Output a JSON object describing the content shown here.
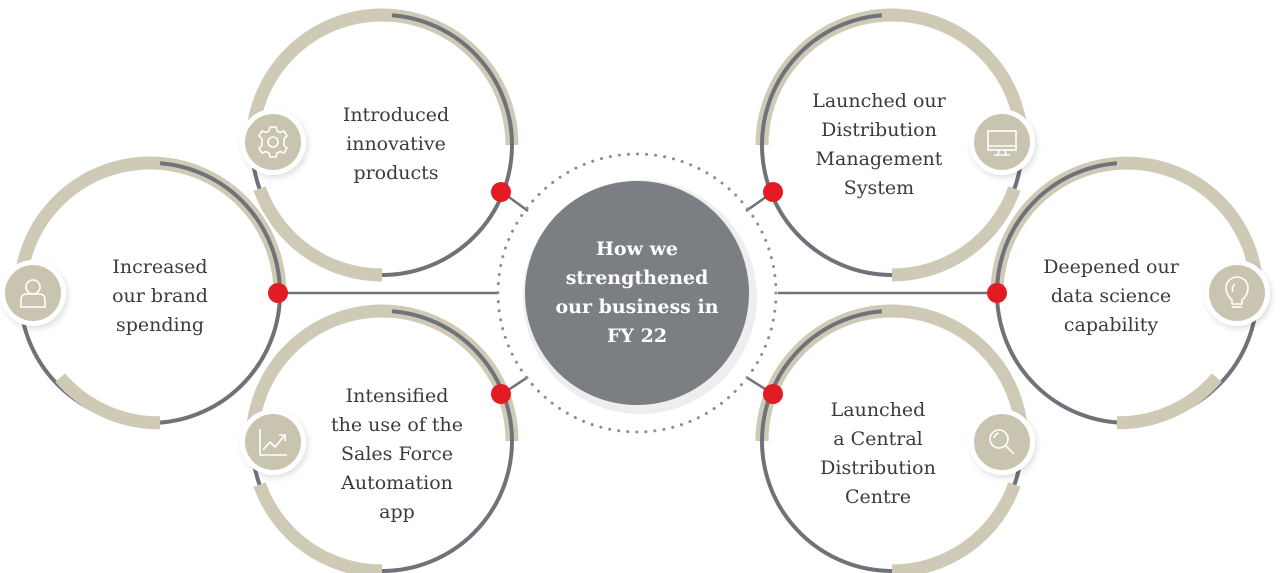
{
  "center": {
    "lines": [
      "How we",
      "strengthened",
      "our business in",
      "FY 22"
    ]
  },
  "nodes": [
    {
      "id": "innovative-products",
      "icon": "gear-icon",
      "lines": [
        "Introduced",
        "innovative",
        "products"
      ]
    },
    {
      "id": "brand-spending",
      "icon": "user-icon",
      "lines": [
        "Increased",
        "our brand",
        "spending"
      ]
    },
    {
      "id": "sales-force-automation",
      "icon": "line-chart-icon",
      "lines": [
        "Intensified",
        "the use of the",
        "Sales Force",
        "Automation",
        "app"
      ]
    },
    {
      "id": "distribution-management",
      "icon": "monitor-icon",
      "lines": [
        "Launched our",
        "Distribution",
        "Management",
        "System"
      ]
    },
    {
      "id": "data-science",
      "icon": "lightbulb-icon",
      "lines": [
        "Deepened our",
        "data science",
        "capability"
      ]
    },
    {
      "id": "central-distribution",
      "icon": "search-icon",
      "lines": [
        "Launched",
        "a Central",
        "Distribution",
        "Centre"
      ]
    }
  ],
  "colors": {
    "ring_beige": "#cfcab5",
    "ring_gray": "#6f7278",
    "center_fill": "#7b7e83",
    "dot_red": "#e31b23",
    "icon_circle": "#c9c4b0",
    "text": "#3b3b3b"
  }
}
